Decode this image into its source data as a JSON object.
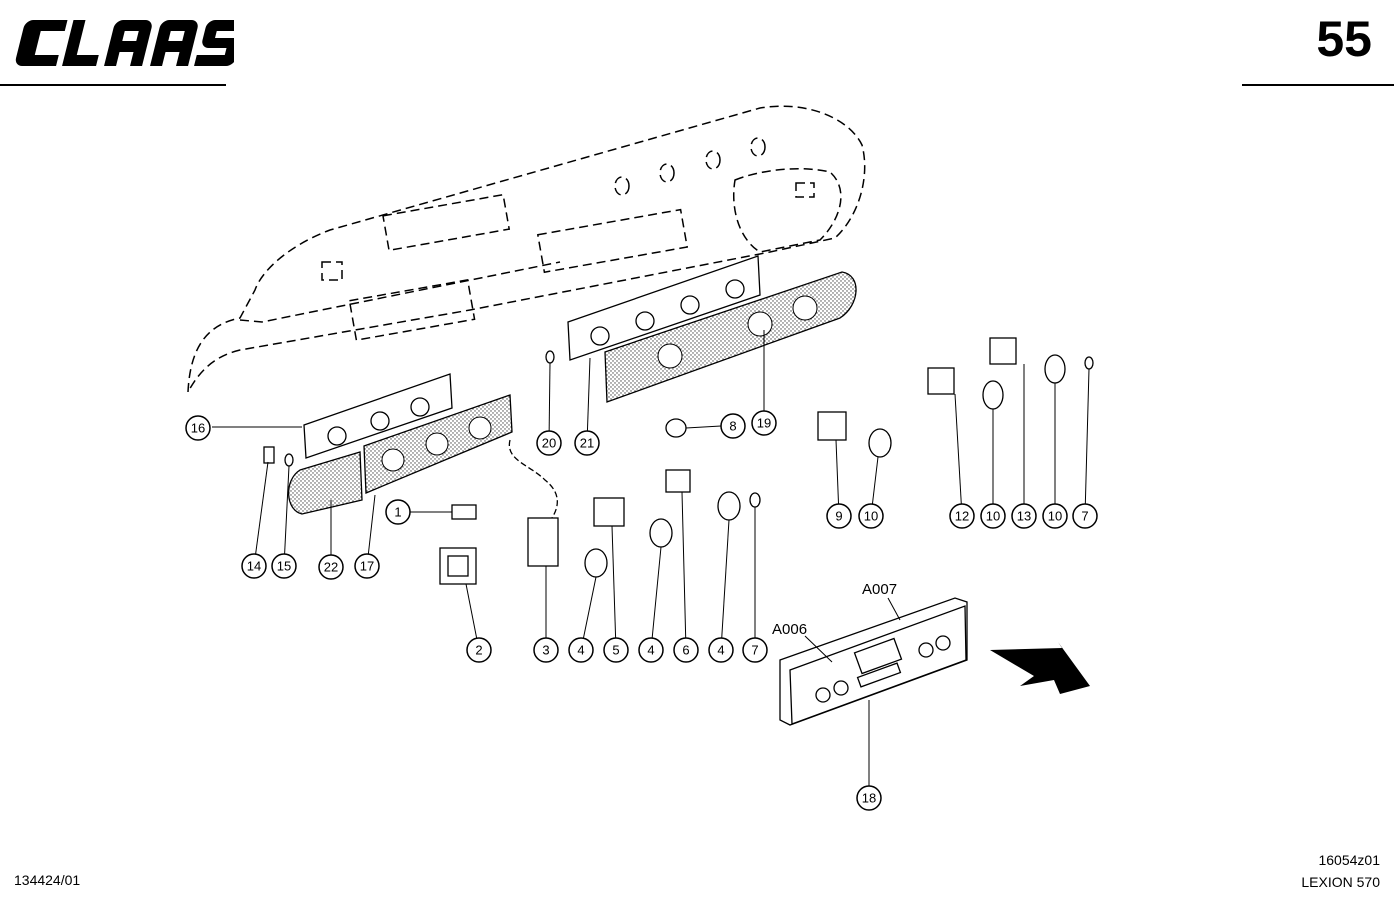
{
  "header": {
    "brand": "CLAAS",
    "page_number": "55"
  },
  "footer": {
    "doc_number": "134424/01",
    "drawing_code": "16054z01",
    "model": "LEXION 570"
  },
  "reference_designators": [
    "A007",
    "A006"
  ],
  "callouts": [
    "16",
    "14",
    "15",
    "22",
    "17",
    "1",
    "2",
    "3",
    "4",
    "5",
    "4",
    "6",
    "4",
    "7",
    "20",
    "21",
    "8",
    "19",
    "9",
    "10",
    "12",
    "10",
    "13",
    "10",
    "7",
    "18"
  ]
}
